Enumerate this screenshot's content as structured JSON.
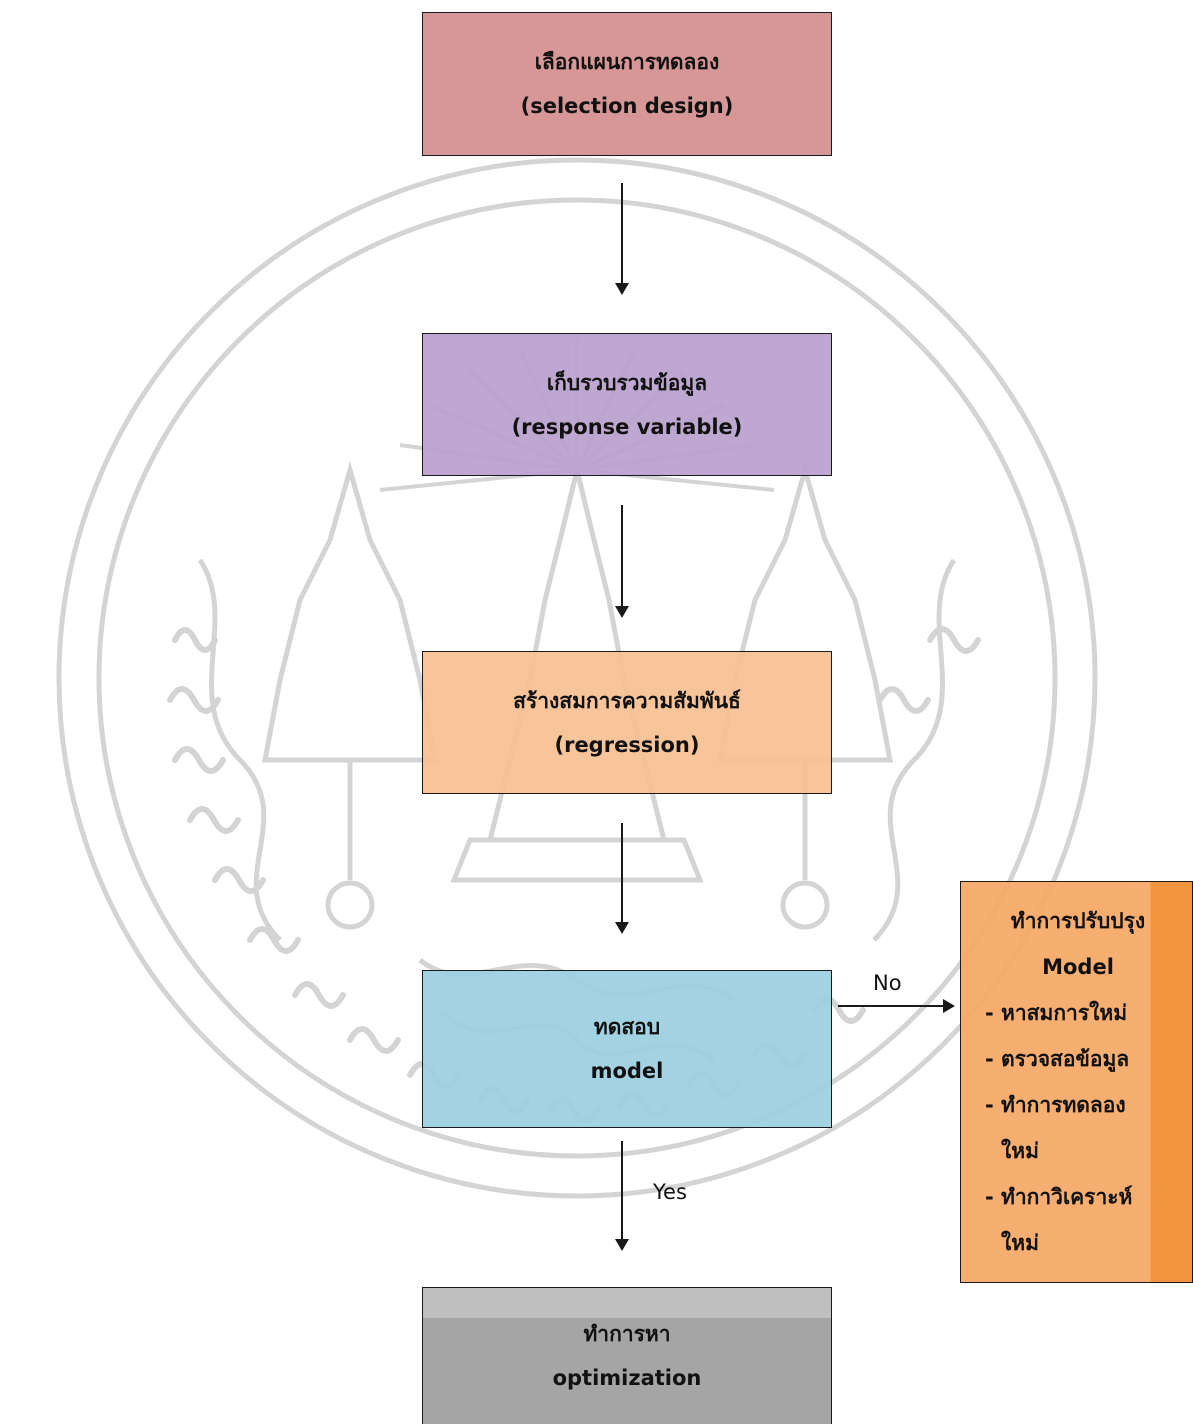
{
  "diagram": {
    "steps": {
      "design": {
        "line1": "เลือกแผนการทดลอง",
        "line2": "(selection design)"
      },
      "collect": {
        "line1": "เก็บรวบรวมข้อมูล",
        "line2": "(response variable)"
      },
      "regress": {
        "line1": "สร้างสมการความสัมพันธ์",
        "line2": "(regression)"
      },
      "test": {
        "line1": "ทดสอบ",
        "line2": "model"
      },
      "optimize": {
        "line1": "ทำการหา",
        "line2": "optimization"
      },
      "improve": {
        "title1": "ทำการปรับปรุง",
        "title2": "Model",
        "item1": "- หาสมการใหม่",
        "item2": "- ตรวจสอข้อมูล",
        "item3": "- ทำการทดลอง",
        "item3_cont": "ใหม่",
        "item4": "- ทำกาวิเคราะห์",
        "item4_cont": "ใหม่"
      }
    },
    "edge_labels": {
      "no": "No",
      "yes": "Yes"
    }
  },
  "colors": {
    "design": "#d79796",
    "collect": "#b9a0cd",
    "regress": "#f7bf92",
    "test": "#9ccfe0",
    "optimize": "#a5a5a5",
    "improve": "#f5aa69",
    "watermark": "#d2d2d2"
  }
}
